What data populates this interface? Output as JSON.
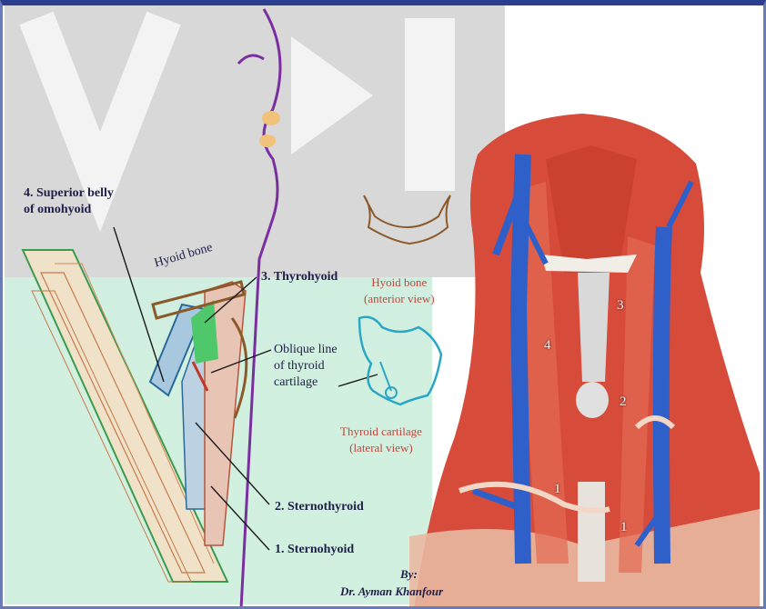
{
  "labels": {
    "superior_belly": "4. Superior belly\nof omohyoid",
    "hyoid_bone": "Hyoid bone",
    "thyrohyoid": "3. Thyrohyoid",
    "oblique_line": "Oblique line\nof thyroid\ncartilage",
    "sternothyroid": "2. Sternothyroid",
    "sternohyoid": "1. Sternohyoid",
    "hyoid_anterior": "Hyoid bone\n(anterior view)",
    "thyroid_lateral": "Thyroid cartilage\n(lateral view)"
  },
  "numbers": {
    "n4": "4",
    "n3": "3",
    "n2": "2",
    "n1_left": "1",
    "n1_right": "1"
  },
  "credit": {
    "by": "By:",
    "author": "Dr. Ayman Khanfour"
  },
  "colors": {
    "frame": "#2a3f8f",
    "watermark_gray": "#d4d4d4",
    "watermark_green": "#cdeedd",
    "muscle": "#c8392b",
    "vein": "#2f5fc8",
    "profile": "#7a2fa0",
    "hyoid_outline": "#8b5a2b",
    "thyroid_outline": "#2aa7c4",
    "annotation_red": "#c0463b"
  }
}
